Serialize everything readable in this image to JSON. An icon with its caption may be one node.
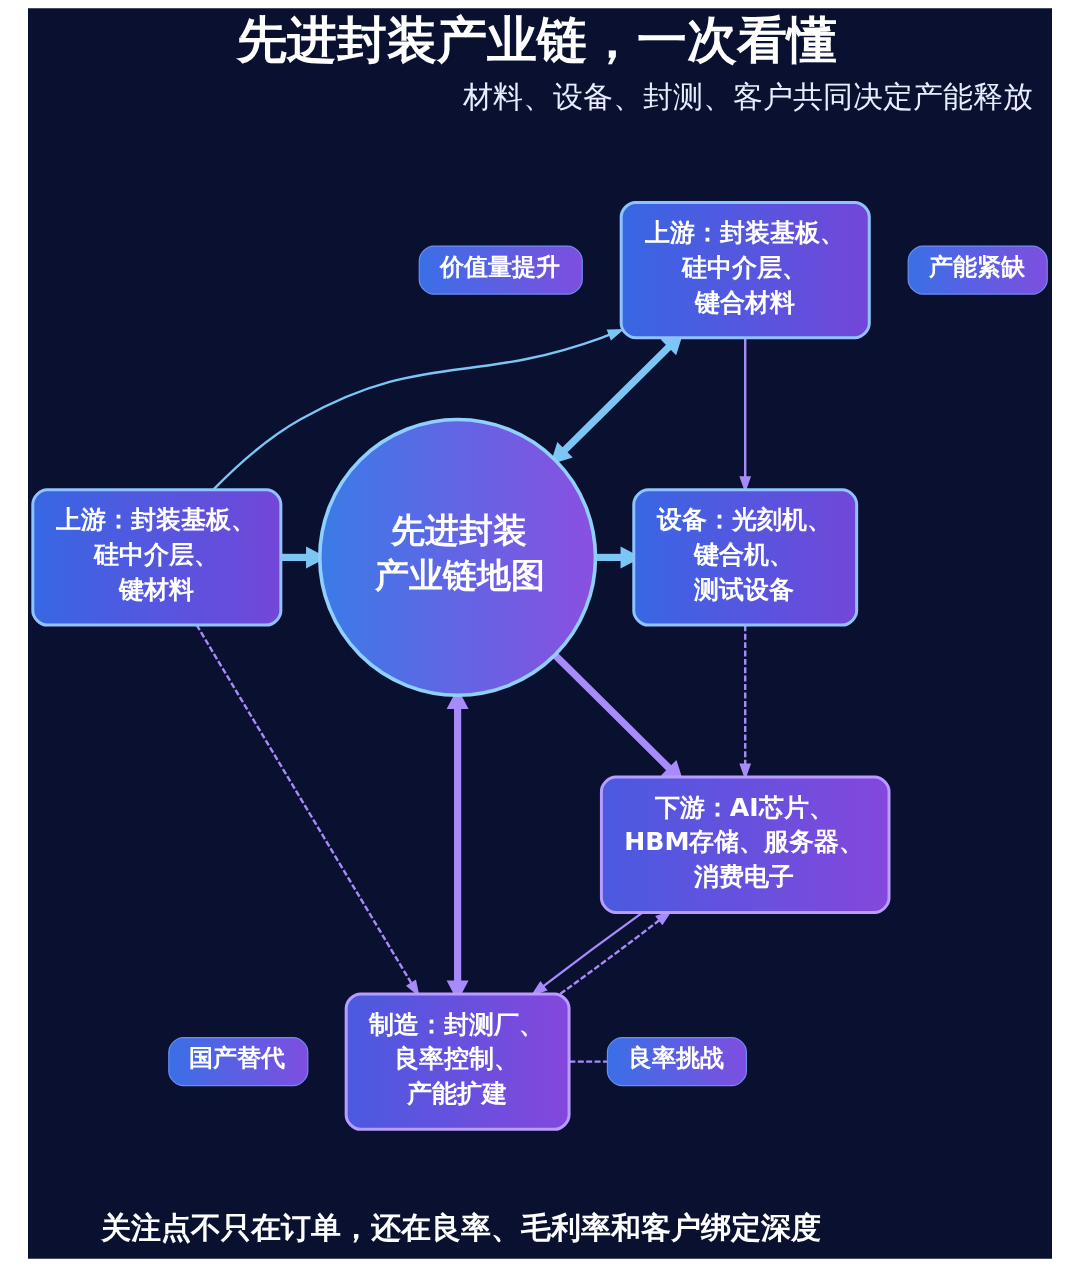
{
  "diagram": {
    "title": "先进封装产业链，一次看懂",
    "caption": "关注点不只在订单，还在良率、毛利率和客户绑定深度",
    "nodes": [
      {
        "text": [
          "价值量提升"
        ]
      },
      {
        "text": [
          "上游：封装基板、硅中介层、键合材料"
        ]
      },
      {
        "text": [
          "产能紧缺"
        ]
      },
      {
        "text": [
          "设备：光刻机、键合机、测试设备"
        ]
      },
      {
        "text": [
          "上游：封装基板、硅中介层、键材料"
        ]
      },
      {
        "text": [
          "先进封装产业链地图"
        ]
      },
      {
        "text": [
          "下游：AI芯片、HBM存储、服务器、消费电子"
        ]
      },
      {
        "text": [
          "国产替代"
        ]
      },
      {
        "text": [
          "制造：封测厂、良率控制、产能扩建"
        ]
      },
      {
        "text": [
          "良率挑战"
        ]
      }
    ],
    "edges": [
      {
        "from": 1,
        "to": 5,
        "arrow": "both",
        "style": "thick",
        "color": "#7cc6f5"
      },
      {
        "from": 4,
        "to": 5,
        "arrow": "to",
        "style": "thick",
        "color": "#7cc6f5"
      },
      {
        "from": 5,
        "to": 3,
        "arrow": "to",
        "style": "thick",
        "color": "#7cc6f5"
      },
      {
        "from": 5,
        "to": 6,
        "arrow": "to",
        "style": "thick"
      },
      {
        "from": 5,
        "to": 8,
        "arrow": "both",
        "style": "thick"
      },
      {
        "from": 4,
        "to": 1,
        "arrow": "to",
        "color": "#7cc6f5"
      },
      {
        "from": 1,
        "to": 3,
        "arrow": "to"
      },
      {
        "from": 3,
        "to": 6,
        "arrow": "to",
        "style": "dashed"
      },
      {
        "from": 6,
        "to": 8,
        "arrow": "to"
      },
      {
        "from": 8,
        "to": 6,
        "arrow": "to",
        "style": "dashed"
      },
      {
        "from": 4,
        "to": 8,
        "arrow": "to",
        "style": "dashed"
      },
      {
        "from": 8,
        "to": 9,
        "arrow": "none",
        "style": "dashed"
      }
    ],
    "labels": [
      "材料、设备、封测、客户共同决定产能释放"
    ]
  }
}
